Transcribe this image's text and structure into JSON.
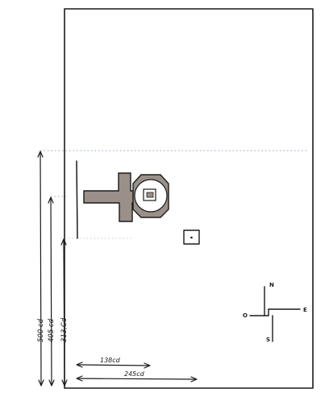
{
  "dimensions": {
    "total_height_label": "500 cd",
    "mid_height_label": "405 cd",
    "low_height_label": "313,Cd",
    "short_width_label": "138cd",
    "long_width_label": "245cd"
  },
  "compass": {
    "north": "N",
    "east": "E",
    "south": "S",
    "west": "O"
  },
  "colors": {
    "ink": "#1a1a1a",
    "shape_fill": "#9a9089",
    "guide_line": "#8fa3bf",
    "paper": "#ffffff"
  }
}
